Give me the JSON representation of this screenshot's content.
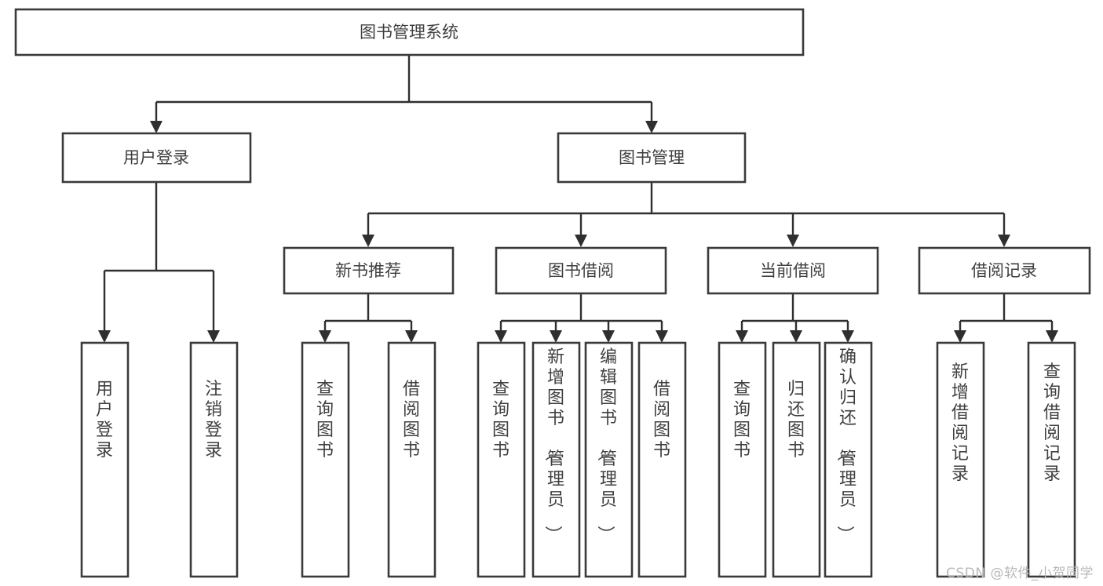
{
  "diagram": {
    "type": "tree-hierarchy-chart",
    "title": "图书管理系统",
    "watermark": "CSDN @软件_小贺同学",
    "colors": {
      "background": "#ffffff",
      "box_stroke": "#3a3a3a",
      "connector": "#2f2f2f",
      "text": "#3f3f3f",
      "watermark": "#b9b9b9"
    },
    "levels": {
      "root": {
        "label": "图书管理系统"
      },
      "level2": [
        {
          "id": "user-login",
          "label": "用户登录"
        },
        {
          "id": "book-management",
          "label": "图书管理"
        }
      ],
      "level3": [
        {
          "id": "new-book-recommend",
          "label": "新书推荐",
          "parent": "book-management"
        },
        {
          "id": "book-borrow",
          "label": "图书借阅",
          "parent": "book-management"
        },
        {
          "id": "current-borrow",
          "label": "当前借阅",
          "parent": "book-management"
        },
        {
          "id": "borrow-record",
          "label": "借阅记录",
          "parent": "book-management"
        }
      ],
      "leaves": [
        {
          "id": "leaf-user-login",
          "label": "用户登录",
          "parent": "user-login"
        },
        {
          "id": "leaf-logout-login",
          "label": "注销登录",
          "parent": "user-login"
        },
        {
          "id": "leaf-query-book-1",
          "label": "查询图书",
          "parent": "new-book-recommend"
        },
        {
          "id": "leaf-borrow-book-1",
          "label": "借阅图书",
          "parent": "new-book-recommend"
        },
        {
          "id": "leaf-query-book-2",
          "label": "查询图书",
          "parent": "book-borrow"
        },
        {
          "id": "leaf-add-book",
          "label": "新增图书（管理员）",
          "parent": "book-borrow"
        },
        {
          "id": "leaf-edit-book",
          "label": "编辑图书（管理员）",
          "parent": "book-borrow"
        },
        {
          "id": "leaf-borrow-book-2",
          "label": "借阅图书",
          "parent": "book-borrow"
        },
        {
          "id": "leaf-query-book-3",
          "label": "查询图书",
          "parent": "current-borrow"
        },
        {
          "id": "leaf-return-book",
          "label": "归还图书",
          "parent": "current-borrow"
        },
        {
          "id": "leaf-confirm-return",
          "label": "确认归还（管理员）",
          "parent": "current-borrow"
        },
        {
          "id": "leaf-add-record",
          "label": "新增借阅记录",
          "parent": "borrow-record"
        },
        {
          "id": "leaf-query-record",
          "label": "查询借阅记录",
          "parent": "borrow-record"
        }
      ]
    }
  }
}
